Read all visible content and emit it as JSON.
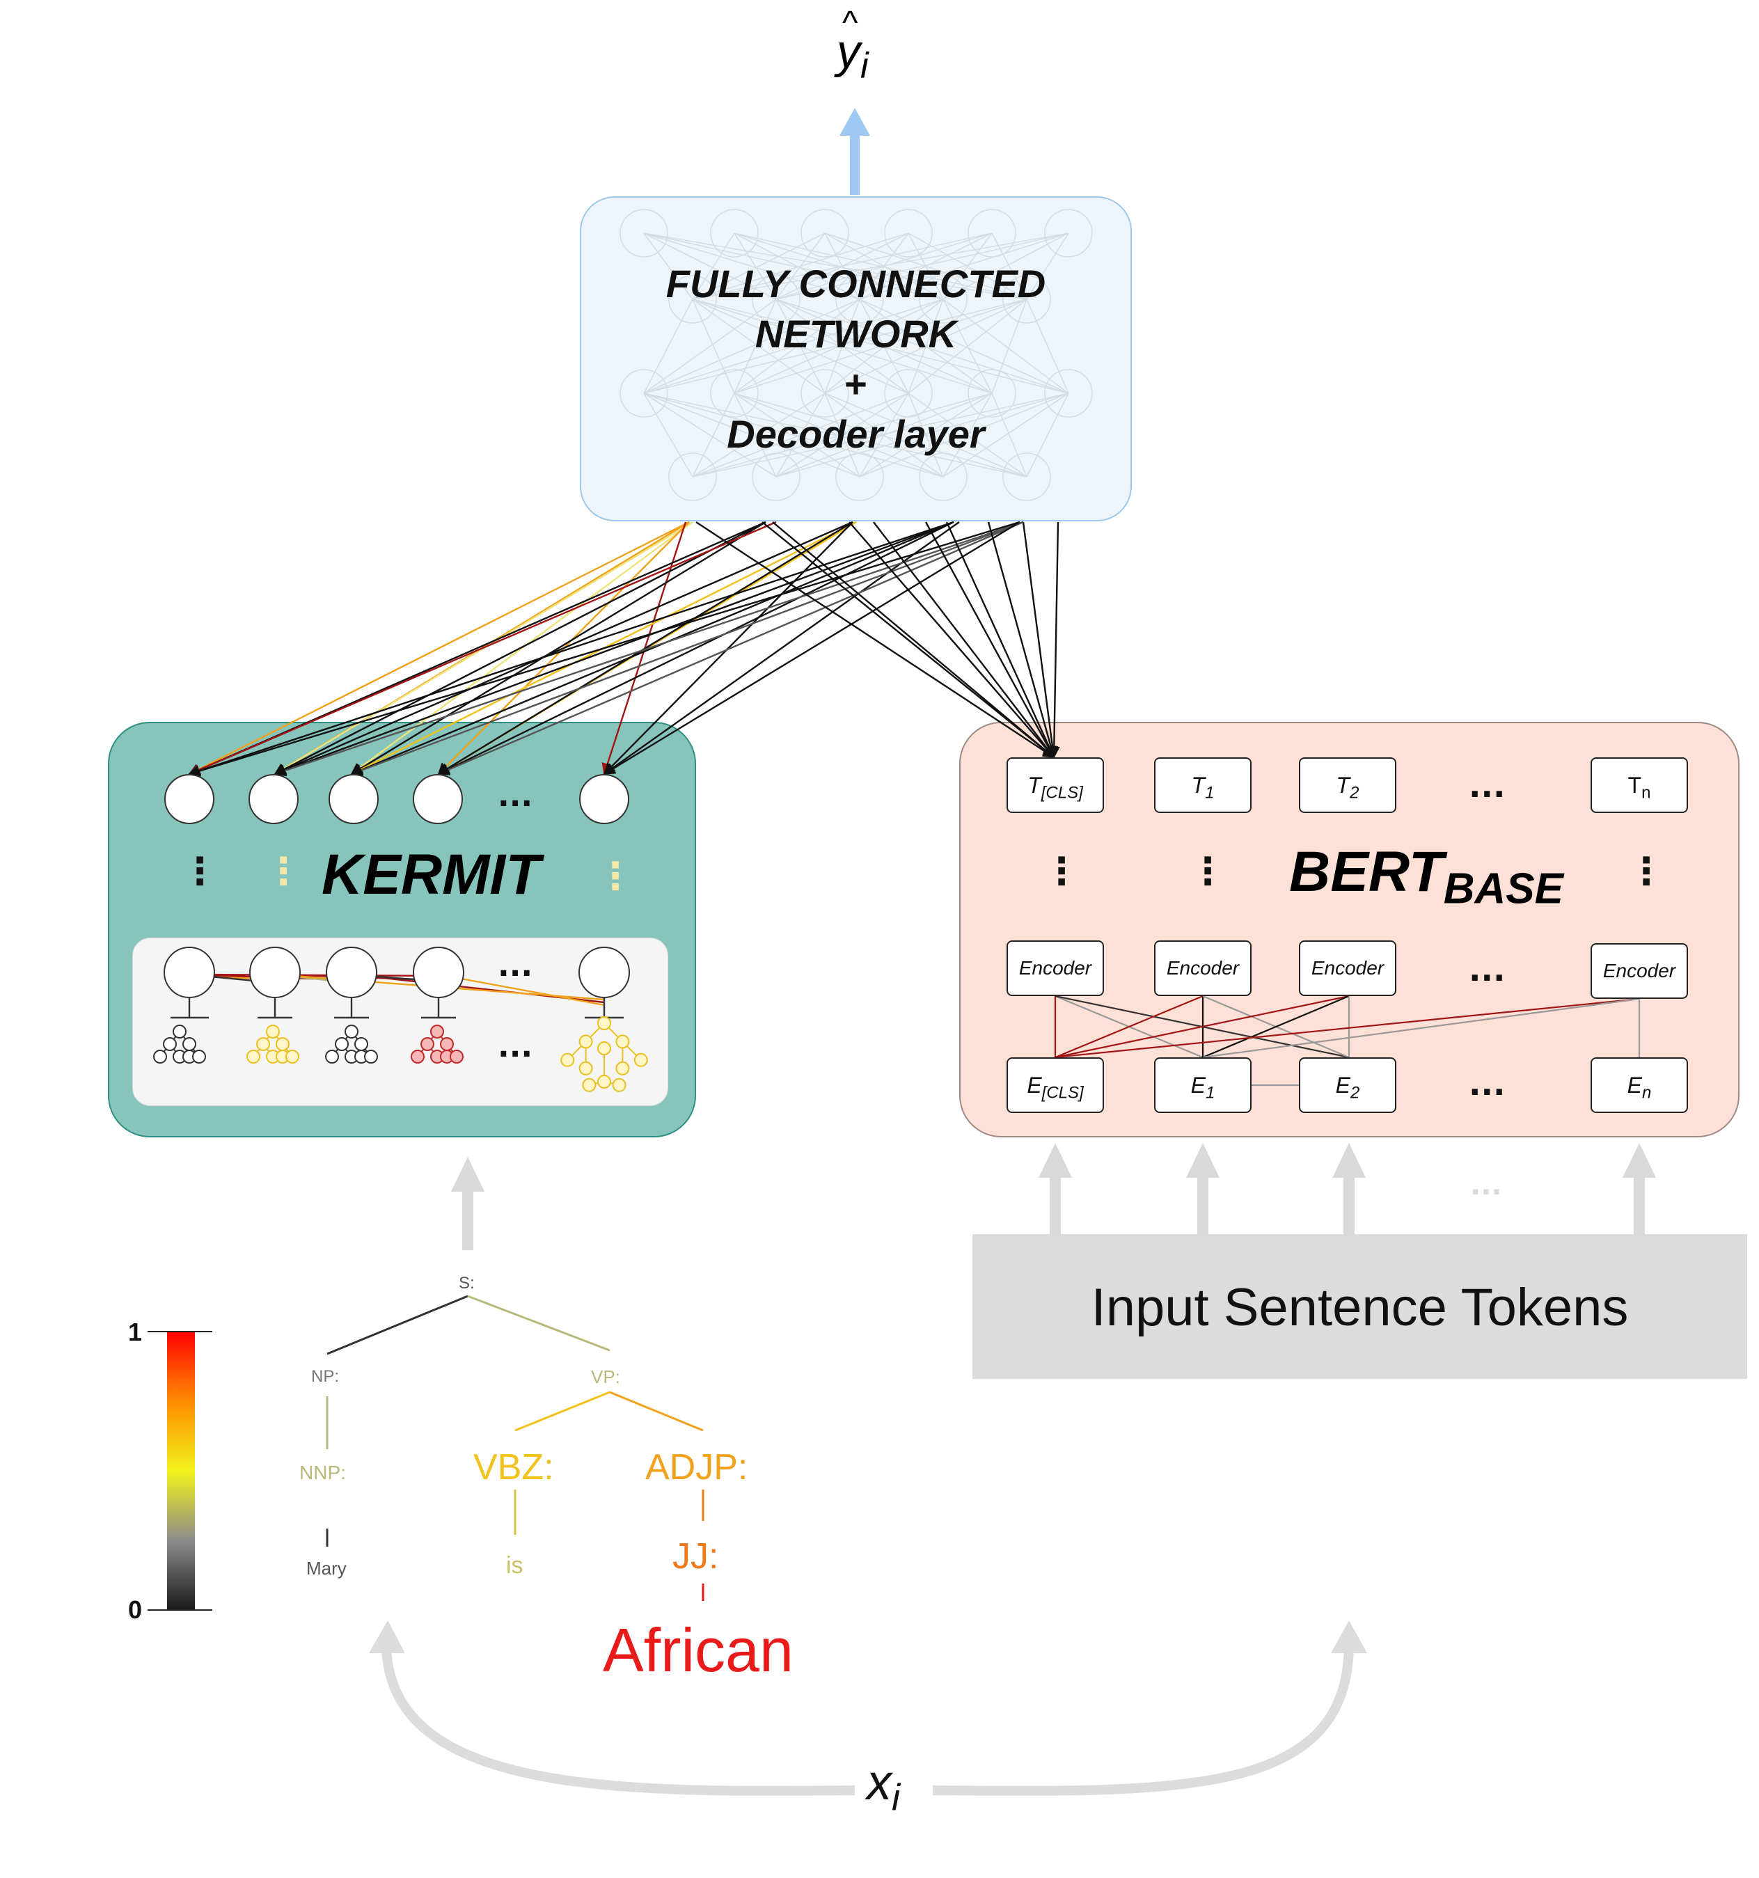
{
  "output": {
    "label": "y",
    "hat": "^",
    "subscript": "i"
  },
  "fcn": {
    "line1": "FULLY CONNECTED",
    "line2": "NETWORK",
    "line3": "+",
    "line4": "Decoder layer"
  },
  "kermit": {
    "title": "KERMIT",
    "ellipsis": "..."
  },
  "bert": {
    "title": "BERT",
    "title_sub": "BASE",
    "ellipsis": "...",
    "top_tokens": [
      {
        "main": "T",
        "sub": "[CLS]"
      },
      {
        "main": "T",
        "sub": "1"
      },
      {
        "main": "T",
        "sub": "2"
      },
      {
        "main": "T",
        "sub": "n"
      }
    ],
    "encoder_label": "Encoder",
    "bottom_tokens": [
      {
        "main": "E",
        "sub": "[CLS]"
      },
      {
        "main": "E",
        "sub": "1"
      },
      {
        "main": "E",
        "sub": "2"
      },
      {
        "main": "E",
        "sub": "n"
      }
    ]
  },
  "input_tokens": {
    "label": "Input Sentence Tokens",
    "ellipsis": "..."
  },
  "colorbar": {
    "max_label": "1",
    "min_label": "0"
  },
  "parse_tree": {
    "root": "S:",
    "np": "NP:",
    "vp": "VP:",
    "nnp": "NNP:",
    "vbz": "VBZ:",
    "adjp": "ADJP:",
    "jj": "JJ:",
    "w_mary": "Mary",
    "w_is": "is",
    "w_african": "African"
  },
  "input_var": {
    "label": "x",
    "subscript": "i"
  },
  "colors": {
    "fcn_fill": "#eef5fa",
    "fcn_border": "#9ec8ec",
    "kermit_fill": "#87c5bc",
    "kermit_border": "#2c8f82",
    "bert_fill": "#fde0d6",
    "bert_border": "#a08a85",
    "input_fill": "#dcdcdc",
    "arrow_gray": "#d9d9d9",
    "arrow_blue": "#9cc8f2",
    "red": "#d11a1a",
    "dark_red": "#a31515",
    "orange": "#f2a11a",
    "yellow": "#eee37a",
    "olive": "#b8b87a"
  }
}
